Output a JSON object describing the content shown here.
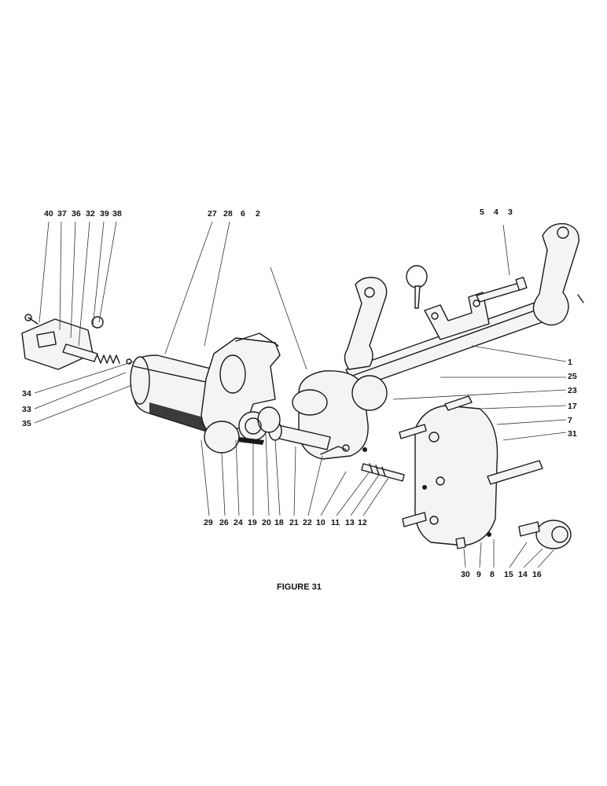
{
  "figure": {
    "caption": "FIGURE 31"
  },
  "labels": {
    "group_top_left": [
      "40",
      "37",
      "36",
      "32",
      "39",
      "38"
    ],
    "group_top_center": [
      "27",
      "28",
      "6",
      "2"
    ],
    "group_top_right": [
      "5",
      "4",
      "3"
    ],
    "right_column": [
      "1",
      "25",
      "23",
      "17",
      "7",
      "31"
    ],
    "left_column": [
      "34",
      "33",
      "35"
    ],
    "bottom_center": [
      "29",
      "26",
      "24",
      "19",
      "20",
      "18",
      "21",
      "22",
      "10",
      "11",
      "13",
      "12"
    ],
    "bottom_right": [
      "30",
      "9",
      "8",
      "15",
      "14",
      "16"
    ]
  }
}
